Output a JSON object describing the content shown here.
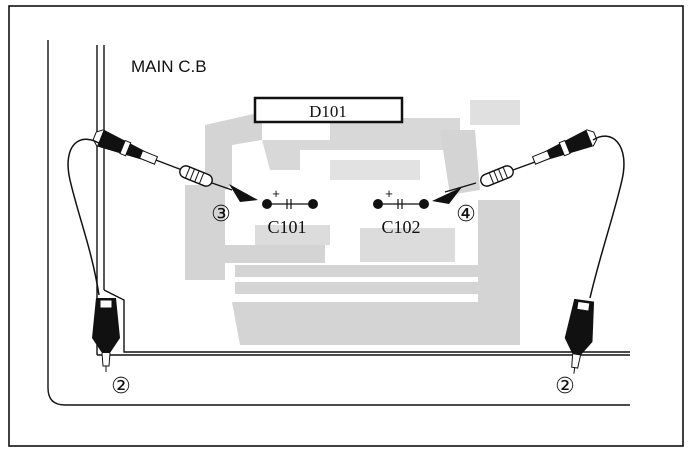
{
  "board": {
    "title": "MAIN C.B"
  },
  "diode": {
    "label": "D101"
  },
  "capacitors": [
    {
      "label": "C101",
      "polarity": "+"
    },
    {
      "label": "C102",
      "polarity": "+"
    }
  ],
  "markers": {
    "probe_left": "③",
    "probe_right": "④",
    "ground_left": "②",
    "ground_right": "②"
  },
  "colors": {
    "line": "#111111",
    "trace": "#d3d3d3",
    "background": "#ffffff"
  }
}
